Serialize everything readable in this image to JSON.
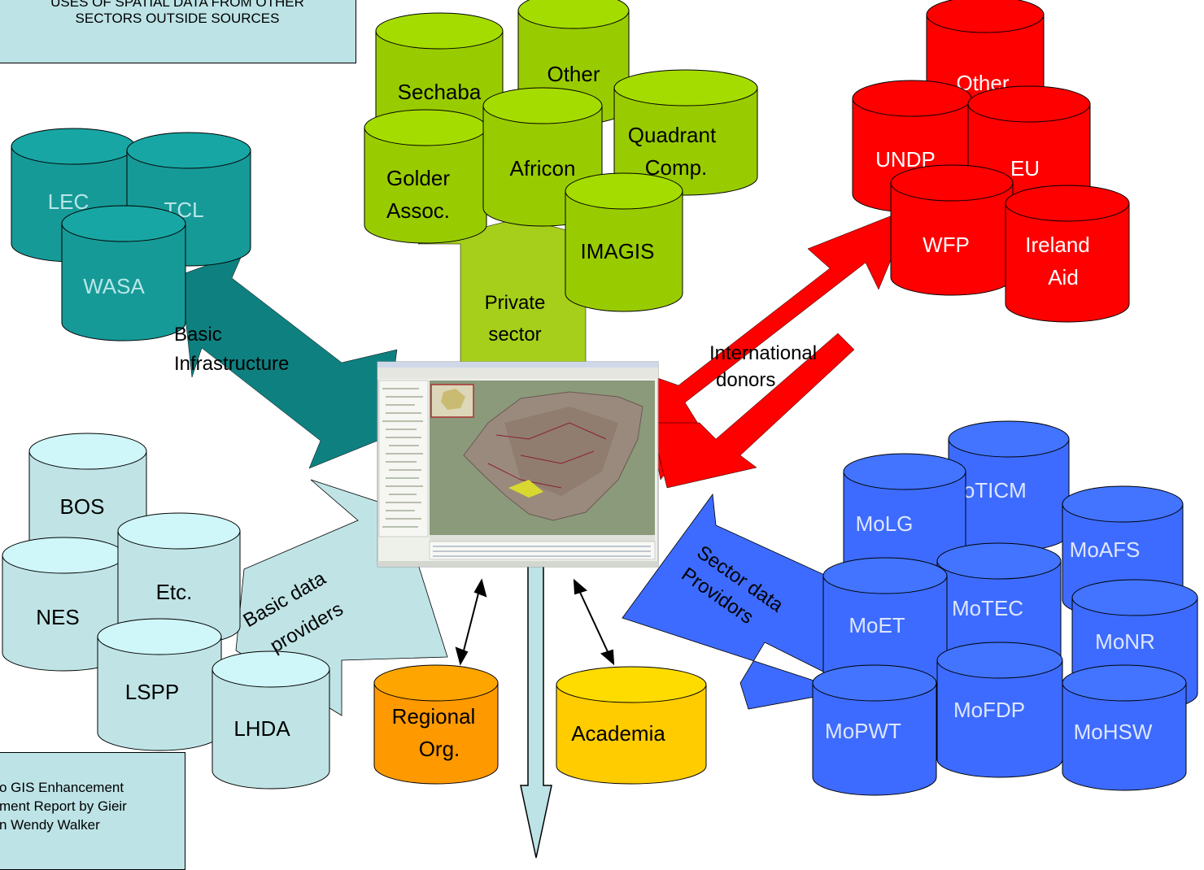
{
  "note_top": {
    "line1": "USES OF SPATIAL DATA FROM OTHER",
    "line2": "SECTORS OUTSIDE SOURCES"
  },
  "note_bottom": {
    "line1": "o GIS Enhancement",
    "line2": "ment Report by Gieir",
    "line3": "n Wendy Walker"
  },
  "colors": {
    "private": "#99cc00",
    "private_arrow": "#a5cf1a",
    "donors": "#ff0000",
    "infrastructure": "#0f8080",
    "infrastructure_db": "#169a98",
    "basic": "#c0e4e6",
    "sector": "#3d6bff",
    "regional": "#ff9900",
    "academia": "#ffcc00",
    "output_arrow": "#bde3e6"
  },
  "groups": {
    "private": {
      "label_line1": "Private",
      "label_line2": "sector",
      "dbs": {
        "sechaba": "Sechaba",
        "other": "Other",
        "golder1": "Golder",
        "golder2": "Assoc.",
        "africon": "Africon",
        "quadrant1": "Quadrant",
        "quadrant2": "Comp.",
        "imagis": "IMAGIS"
      }
    },
    "donors": {
      "label_line1": "International",
      "label_line2": "donors",
      "dbs": {
        "other": "Other",
        "undp": "UNDP",
        "eu": "EU",
        "wfp": "WFP",
        "ireland1": "Ireland",
        "ireland2": "Aid"
      }
    },
    "infrastructure": {
      "label_line1": "Basic",
      "label_line2": "Infrastructure",
      "dbs": {
        "lec": "LEC",
        "tcl": "TCL",
        "wasa": "WASA"
      }
    },
    "basic": {
      "label_line1": "Basic data",
      "label_line2": "providers",
      "dbs": {
        "bos": "BOS",
        "nes": "NES",
        "etc": "Etc.",
        "lspp": "LSPP",
        "lhda": "LHDA"
      }
    },
    "sector": {
      "label_line1": "Sector data",
      "label_line2": "Providors",
      "dbs": {
        "moticm": "MoTICM",
        "molg": "MoLG",
        "moafs": "MoAFS",
        "motec": "MoTEC",
        "moet": "MoET",
        "monr": "MoNR",
        "mofdp": "MoFDP",
        "mopwt": "MoPWT",
        "mohsw": "MoHSW"
      }
    },
    "regional": {
      "line1": "Regional",
      "line2": "Org."
    },
    "academia": {
      "line1": "Academia"
    }
  },
  "center": {
    "screenshot_icon": "gis-application-screenshot"
  }
}
